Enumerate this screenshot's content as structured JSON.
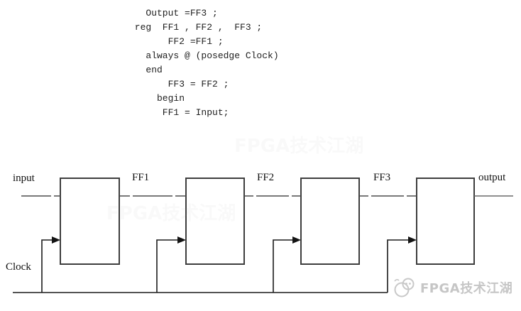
{
  "code": {
    "lines": [
      "   Output =FF3 ;",
      " reg  FF1 , FF2 ,  FF3 ;",
      "       FF2 =FF1 ;",
      "   always @ (posedge Clock)",
      "   end",
      "       FF3 = FF2 ;",
      "     begin",
      "      FF1 = Input;"
    ]
  },
  "diagram": {
    "labels": {
      "input": "input",
      "ff1": "FF1",
      "ff2": "FF2",
      "ff3": "FF3",
      "output": "output",
      "clock": "Clock"
    }
  },
  "watermark": {
    "text": "FPGA技术江湖",
    "logo": "chick-mascot-icon"
  },
  "colors": {
    "background": "#ffffff",
    "box_border": "#3d3d3d",
    "signal_line": "#4d4d4d",
    "clock_line": "#1c1c1c",
    "code_text": "#1e1e1e",
    "label_text": "#111111",
    "watermark": "#c6c6c6"
  }
}
